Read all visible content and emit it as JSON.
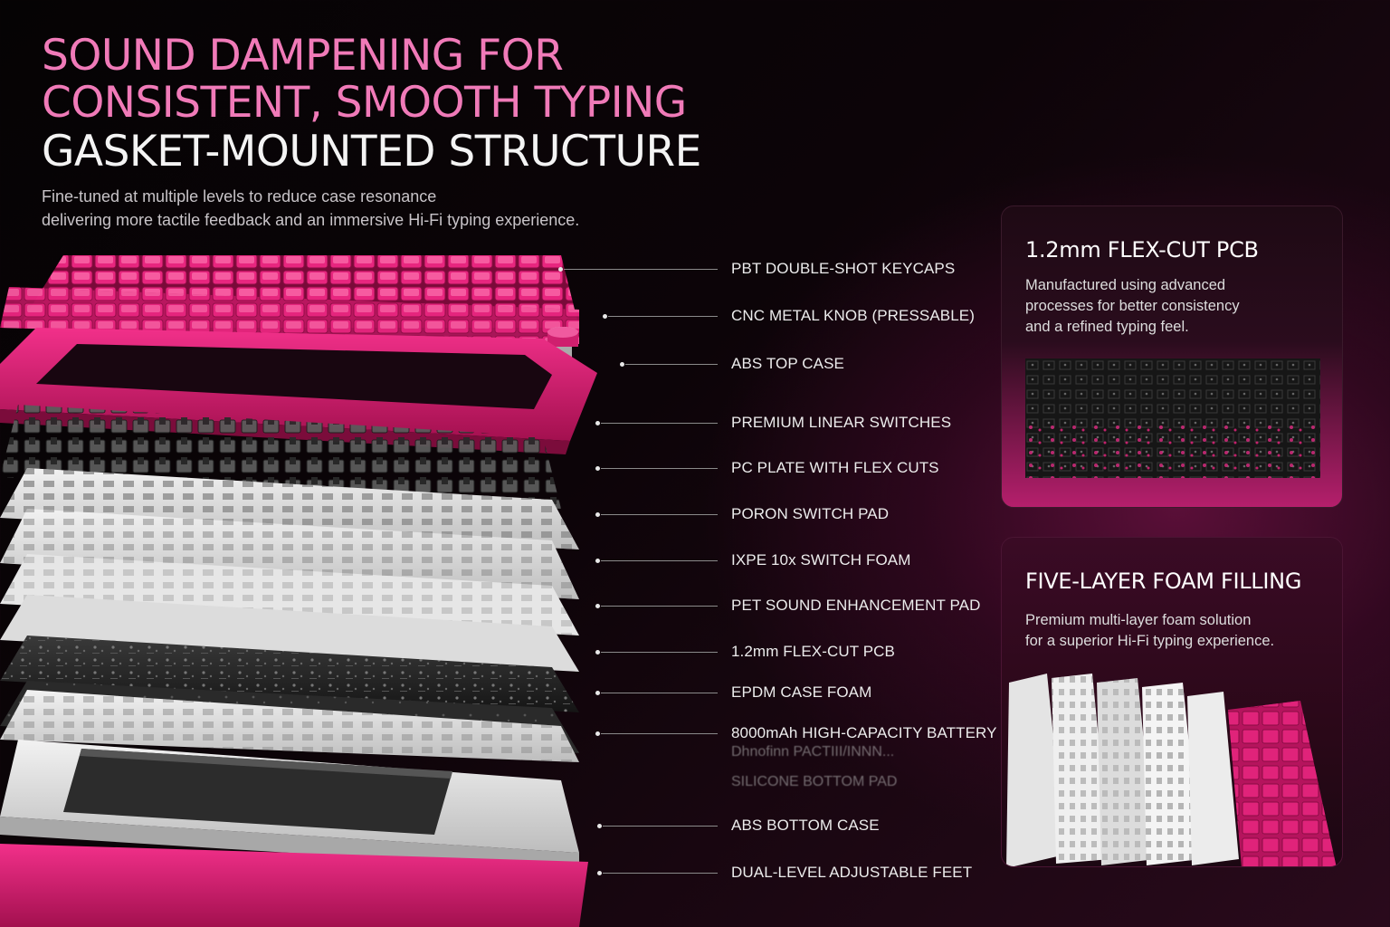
{
  "headline": {
    "line1": "SOUND DAMPENING FOR",
    "line2": "CONSISTENT, SMOOTH TYPING",
    "line3": "GASKET-MOUNTED STRUCTURE"
  },
  "subtitle": {
    "line1": "Fine-tuned at multiple levels to reduce case resonance",
    "line2": "delivering more tactile feedback and an immersive Hi-Fi typing experience."
  },
  "layers": [
    "PBT DOUBLE-SHOT KEYCAPS",
    "CNC METAL KNOB (PRESSABLE)",
    "ABS TOP CASE",
    "PREMIUM LINEAR SWITCHES",
    "PC PLATE WITH FLEX CUTS",
    "PORON SWITCH PAD",
    "IXPE 10x SWITCH FOAM",
    "PET SOUND ENHANCEMENT PAD",
    "1.2mm FLEX-CUT PCB",
    "EPDM CASE FOAM",
    "8000mAh HIGH-CAPACITY BATTERY",
    "ABS BOTTOM CASE",
    "DUAL-LEVEL ADJUSTABLE FEET"
  ],
  "ghost_labels": [
    "Dhnofinn PACTIII/INNN...",
    "SILICONE BOTTOM PAD"
  ],
  "cards": [
    {
      "title": "1.2mm FLEX-CUT PCB",
      "desc": [
        "Manufactured using advanced",
        "processes for better consistency",
        "and a refined typing feel."
      ]
    },
    {
      "title": "FIVE-LAYER FOAM FILLING",
      "desc": [
        "Premium multi-layer foam solution",
        "for a superior Hi-Fi typing experience."
      ]
    }
  ],
  "colors": {
    "accent_pink": "#e0237a",
    "headline_pink": "#f07ab8",
    "background": "#0a0407"
  }
}
